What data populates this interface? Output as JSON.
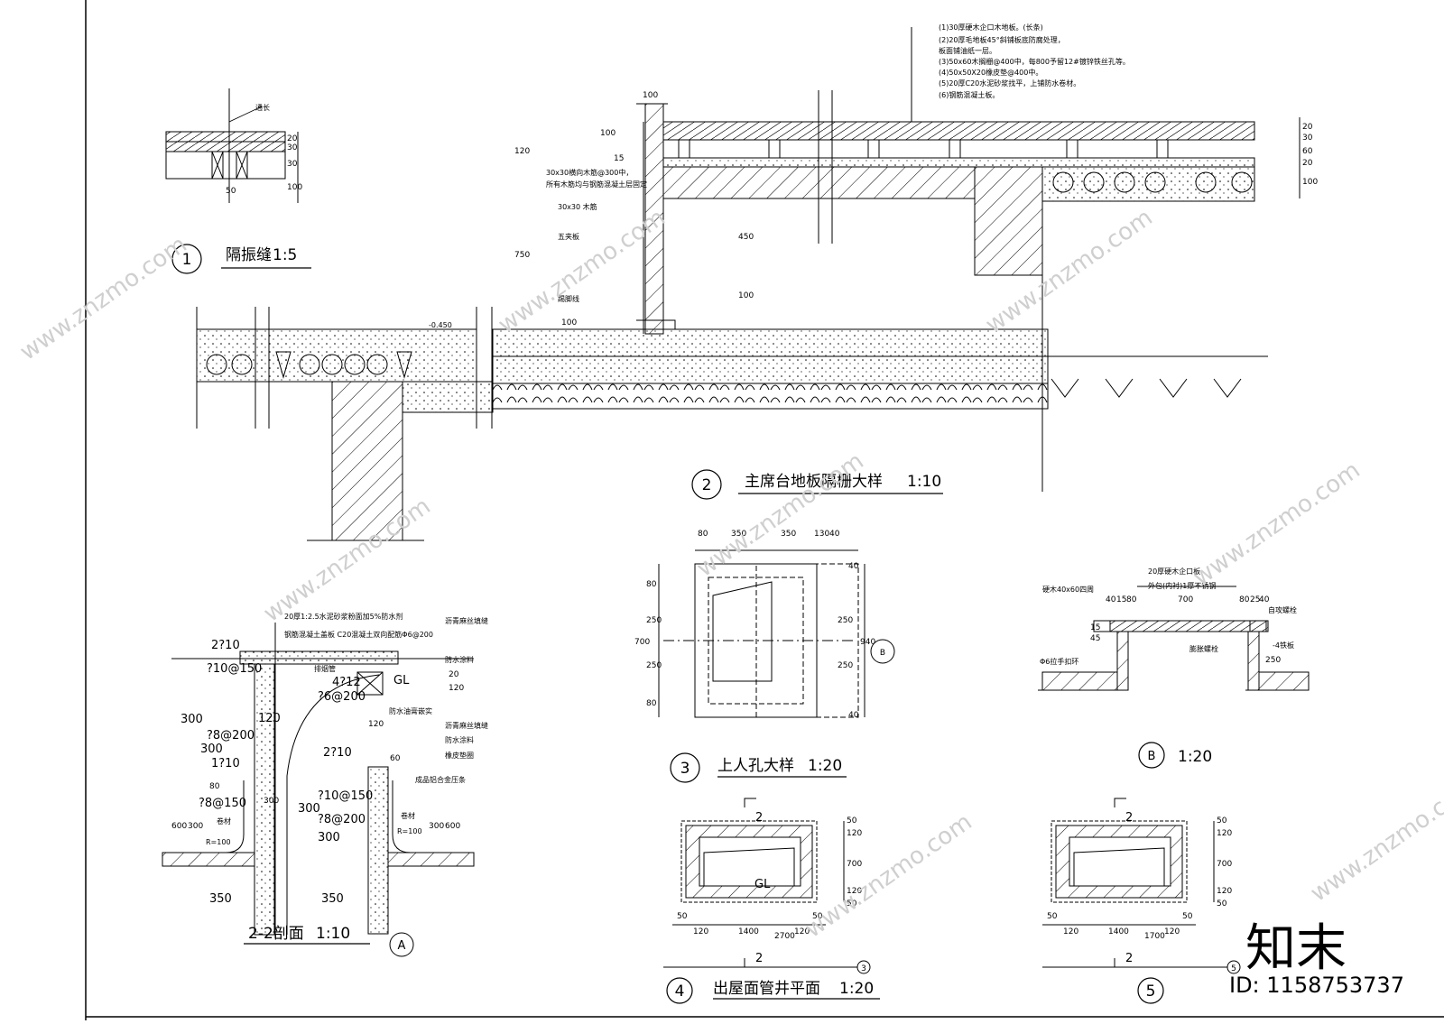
{
  "drawing": {
    "detail1": {
      "number": "1",
      "title": "隔振缝",
      "scale": "1:5",
      "callout": "通长",
      "dims": [
        "20",
        "30",
        "30",
        "100",
        "50"
      ]
    },
    "detail2": {
      "number": "2",
      "title": "主席台地板隔栅大样",
      "scale": "1:10",
      "elevation": "-0.450",
      "notes": [
        "30x30横向木筋@300中，",
        "所有木筋均与钢筋混凝土层固定",
        "30x30 木筋",
        "五夹板",
        "踢脚线"
      ],
      "layers": [
        "(1)30厚硬木企口木地板。(长条)",
        "(2)20厚毛地板45°斜铺板底防腐处理，",
        "板面铺油纸一层。",
        "(3)50x60木搁栅@400中，每800予留12#镀锌铁丝孔等。",
        "(4)50x50X20橡皮垫@400中。",
        "(5)20厚C20水泥砂浆找平，上铺防水卷材。",
        "(6)钢筋混凝土板。"
      ],
      "dims": [
        "100",
        "100",
        "120",
        "15",
        "750",
        "100",
        "450",
        "100",
        "20",
        "30",
        "60",
        "20",
        "100"
      ]
    },
    "detail3": {
      "number": "3",
      "title": "上人孔大样",
      "scale": "1:20",
      "marker": "B",
      "dims_top": [
        "80",
        "350",
        "350",
        "130",
        "40"
      ],
      "dims_left": [
        "80",
        "250",
        "250",
        "80",
        "700"
      ],
      "dims_right": [
        "40",
        "250",
        "250",
        "40",
        "940"
      ]
    },
    "detailB": {
      "number": "B",
      "scale": "1:20",
      "notes": [
        "20厚硬木企口板",
        "外包(内衬)1厚不锈钢",
        "硬木40x60四周",
        "自攻螺栓",
        "膨胀螺栓",
        "-4铁板",
        "Φ6拉手扣环"
      ],
      "dims": [
        "40",
        "15",
        "80",
        "700",
        "80",
        "25",
        "40",
        "15",
        "45",
        "250"
      ]
    },
    "detailA": {
      "title": "2-2剖面",
      "scale": "1:10",
      "marker": "A",
      "notes": [
        "20厚1:2.5水泥砂浆粉面加5%防水剂",
        "钢筋混凝土盖板 C20混凝土双向配筋Φ6@200",
        "沥青麻丝填缝",
        "防水油膏嵌实",
        "防水涂料",
        "沥青麻丝填缝",
        "防水涂料",
        "橡皮垫圈",
        "成品铝合金压条",
        "排烟管",
        "GL",
        "卷材",
        "R=100",
        "卷材",
        "R=100"
      ],
      "rebar": [
        "2?10",
        "?10@150",
        "300",
        "?8@200",
        "300",
        "1?10",
        "?8@150",
        "4?12",
        "?6@200",
        "2?10",
        "?10@150",
        "300",
        "?8@200",
        "300"
      ],
      "dims": [
        "120",
        "120",
        "20",
        "120",
        "60",
        "80",
        "300",
        "600",
        "300",
        "350",
        "350",
        "300",
        "600"
      ]
    },
    "detail4": {
      "number": "4",
      "title": "出屋面管井平面",
      "scale": "1:20",
      "section": "2",
      "gl": "GL",
      "grid": "3",
      "dims_bottom": [
        "50",
        "120",
        "1400",
        "120",
        "50",
        "2700"
      ],
      "dims_right": [
        "50",
        "120",
        "700",
        "120",
        "50"
      ]
    },
    "detail5": {
      "number": "5",
      "section": "2",
      "grid": "5",
      "dims_bottom": [
        "50",
        "120",
        "1400",
        "120",
        "50",
        "1700"
      ],
      "dims_right": [
        "50",
        "120",
        "700",
        "120",
        "50"
      ]
    }
  },
  "watermark": {
    "site": "www.znzmo.com",
    "brand": "知末",
    "id": "ID: 1158753737"
  }
}
